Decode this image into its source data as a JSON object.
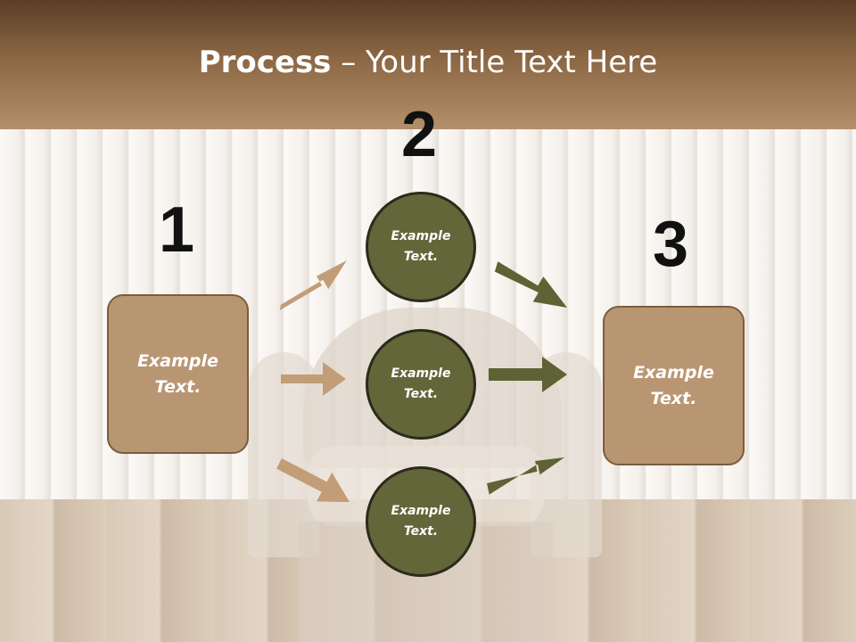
{
  "title": {
    "bold": "Process",
    "rest": " – Your Title Text Here"
  },
  "steps": [
    {
      "number": "1",
      "label": "Example\nText."
    },
    {
      "number": "2",
      "items": [
        "Example\nText.",
        "Example\nText.",
        "Example\nText."
      ]
    },
    {
      "number": "3",
      "label": "Example\nText."
    }
  ],
  "colors": {
    "header_dark": "#5a3e25",
    "header_light": "#b38f6a",
    "box_fill": "#b99672",
    "circle_fill": "#636638",
    "arrow_tan": "#c29d77",
    "arrow_olive": "#5f6234"
  }
}
